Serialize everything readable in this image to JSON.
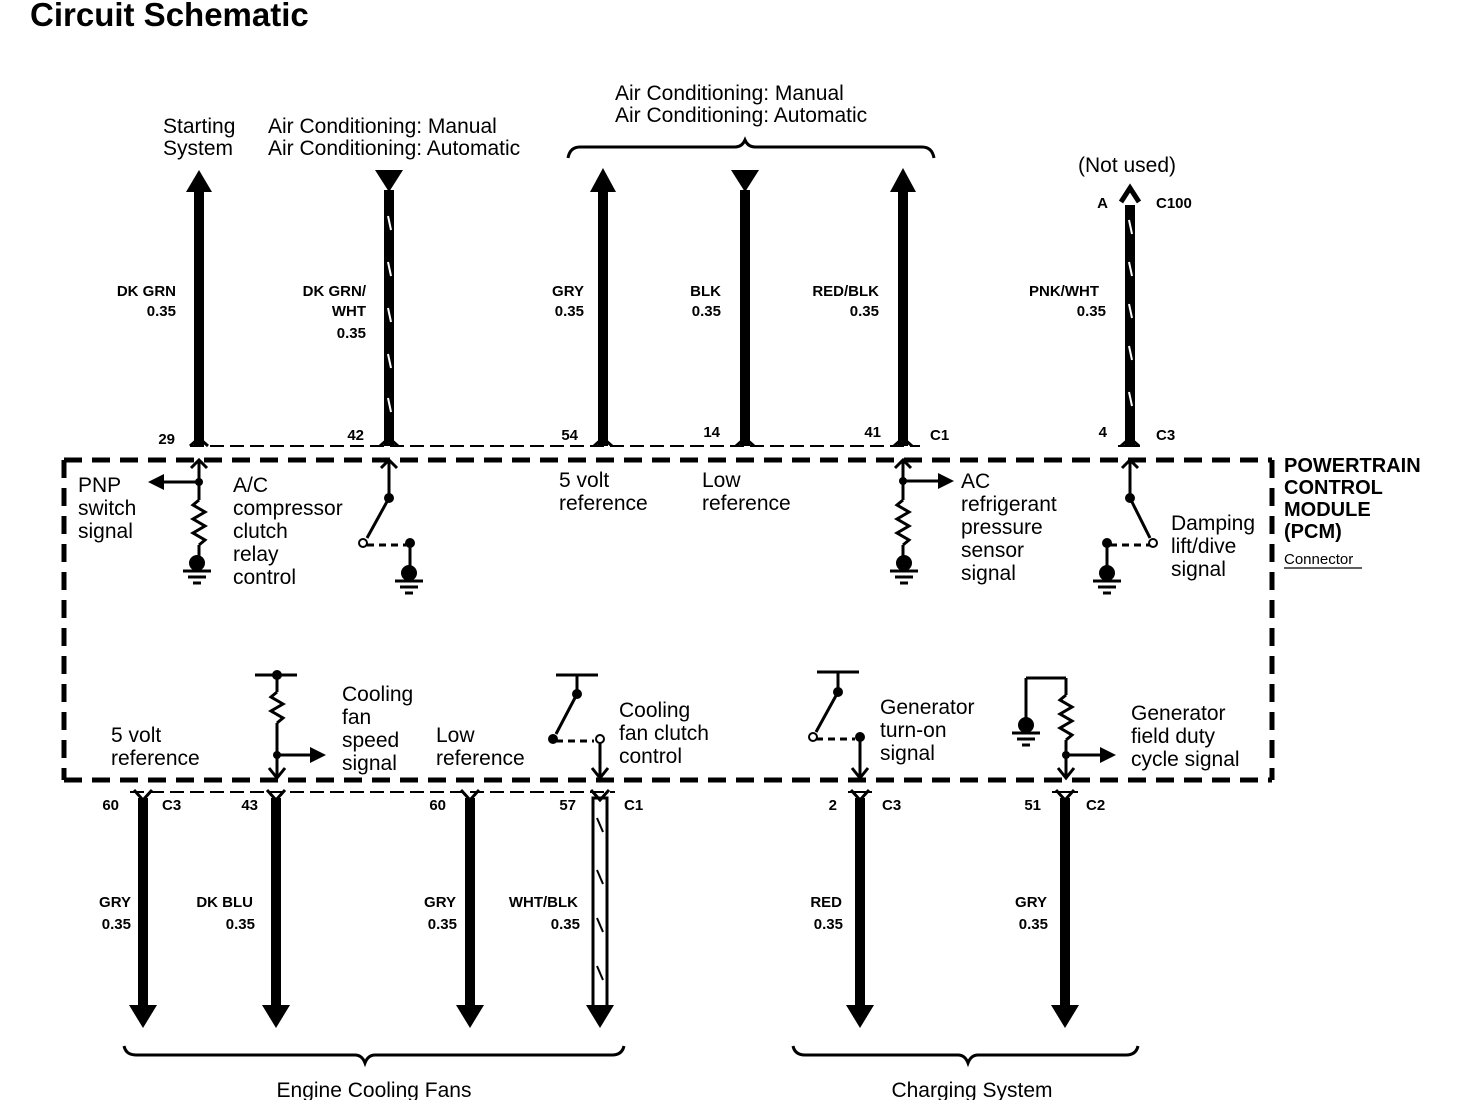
{
  "title": "Circuit Schematic",
  "module": {
    "name_lines": [
      "POWERTRAIN",
      "CONTROL",
      "MODULE",
      "(PCM)"
    ],
    "connector_label": "Connector"
  },
  "destinations": {
    "starting_system": [
      "Starting",
      "System"
    ],
    "ac_left": [
      "Air Conditioning: Manual",
      "Air Conditioning: Automatic"
    ],
    "ac_group": [
      "Air Conditioning: Manual",
      "Air Conditioning: Automatic"
    ],
    "not_used": "(Not used)",
    "engine_cooling_fans": "Engine Cooling Fans",
    "charging_system": "Charging System"
  },
  "top_wires": [
    {
      "color": [
        "DK GRN"
      ],
      "gauge": "0.35",
      "pin": "29"
    },
    {
      "color": [
        "DK GRN/",
        "WHT"
      ],
      "gauge": "0.35",
      "pin": "42"
    },
    {
      "color": [
        "GRY"
      ],
      "gauge": "0.35",
      "pin": "54"
    },
    {
      "color": [
        "BLK"
      ],
      "gauge": "0.35",
      "pin": "14"
    },
    {
      "color": [
        "RED/BLK"
      ],
      "gauge": "0.35",
      "pin": "41",
      "connector": "C1"
    },
    {
      "color": [
        "PNK/WHT"
      ],
      "gauge": "0.35",
      "pin": "4",
      "connector": "C3",
      "terminal": "A",
      "inline_connector": "C100"
    }
  ],
  "bottom_wires": [
    {
      "color": [
        "GRY"
      ],
      "gauge": "0.35",
      "pin": "60",
      "connector": "C3"
    },
    {
      "color": [
        "DK BLU"
      ],
      "gauge": "0.35",
      "pin": "43"
    },
    {
      "color": [
        "GRY"
      ],
      "gauge": "0.35",
      "pin": "60"
    },
    {
      "color": [
        "WHT/BLK"
      ],
      "gauge": "0.35",
      "pin": "57",
      "connector": "C1"
    },
    {
      "color": [
        "RED"
      ],
      "gauge": "0.35",
      "pin": "2",
      "connector": "C3"
    },
    {
      "color": [
        "GRY"
      ],
      "gauge": "0.35",
      "pin": "51",
      "connector": "C2"
    }
  ],
  "internal_circuits": {
    "pnp": [
      "PNP",
      "switch",
      "signal"
    ],
    "ac_relay": [
      "A/C",
      "compressor",
      "clutch",
      "relay",
      "control"
    ],
    "five_volt_top": [
      "5 volt",
      "reference"
    ],
    "low_ref_top": [
      "Low",
      "reference"
    ],
    "ac_pressure": [
      "AC",
      "refrigerant",
      "pressure",
      "sensor",
      "signal"
    ],
    "damping": [
      "Damping",
      "lift/dive",
      "signal"
    ],
    "five_volt_bottom": [
      "5 volt",
      "reference"
    ],
    "fan_speed": [
      "Cooling",
      "fan",
      "speed",
      "signal"
    ],
    "low_ref_bottom": [
      "Low",
      "reference"
    ],
    "fan_clutch": [
      "Cooling",
      "fan clutch",
      "control"
    ],
    "gen_turn_on": [
      "Generator",
      "turn-on",
      "signal"
    ],
    "gen_field": [
      "Generator",
      "field  duty",
      "cycle signal"
    ]
  }
}
